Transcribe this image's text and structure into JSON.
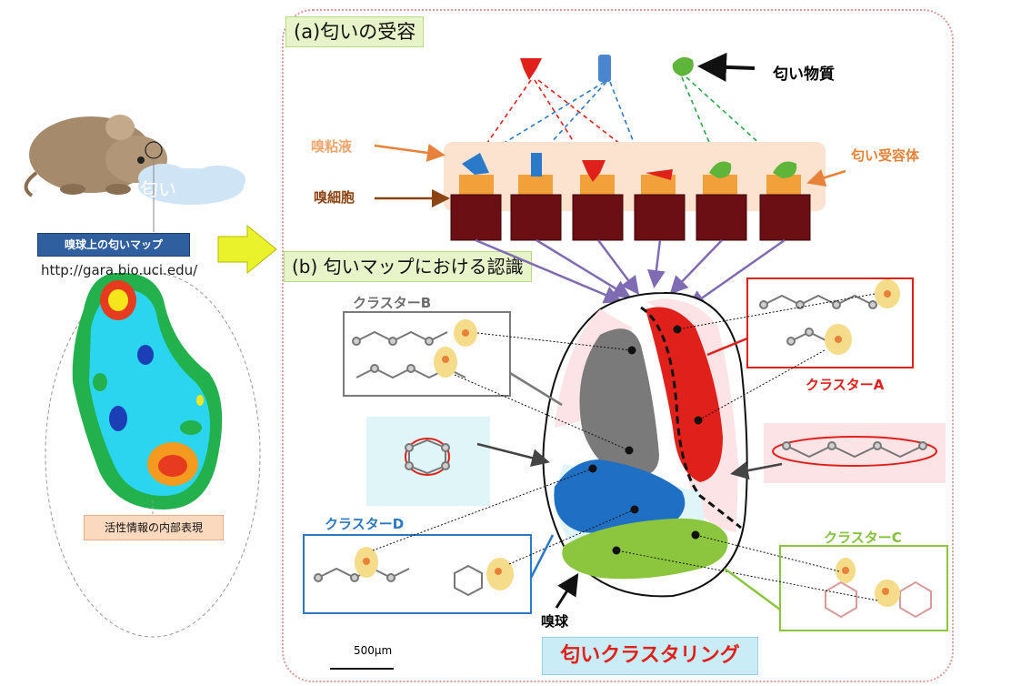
{
  "panel_a_title": "(a)匂いの受容",
  "panel_b_title": "(b) 匂いマップにおける認識",
  "odorant_label": "匂い物質",
  "mucus_label": "嗅粘液",
  "cell_label": "嗅細胞",
  "receptor_label": "匂い受容体",
  "mouse_smell": "匂い",
  "bulb_map_label": "嗅球上の匂いマップ",
  "url": "http://gara.bio.uci.edu/",
  "internal_label": "活性情報の内部表現",
  "cluster_a": "クラスターA",
  "cluster_b": "クラスターB",
  "cluster_c": "クラスターC",
  "cluster_d": "クラスターD",
  "bulb_label": "嗅球",
  "scale_label": "500μm",
  "bottom_title": "匂いクラスタリング",
  "colors": {
    "red": "#e0211b",
    "gray": "#7a7a7a",
    "blue": "#1f6fc4",
    "green": "#8cc63f",
    "receptor_bg": "#fbe3cf",
    "cell": "#6b0f14"
  }
}
